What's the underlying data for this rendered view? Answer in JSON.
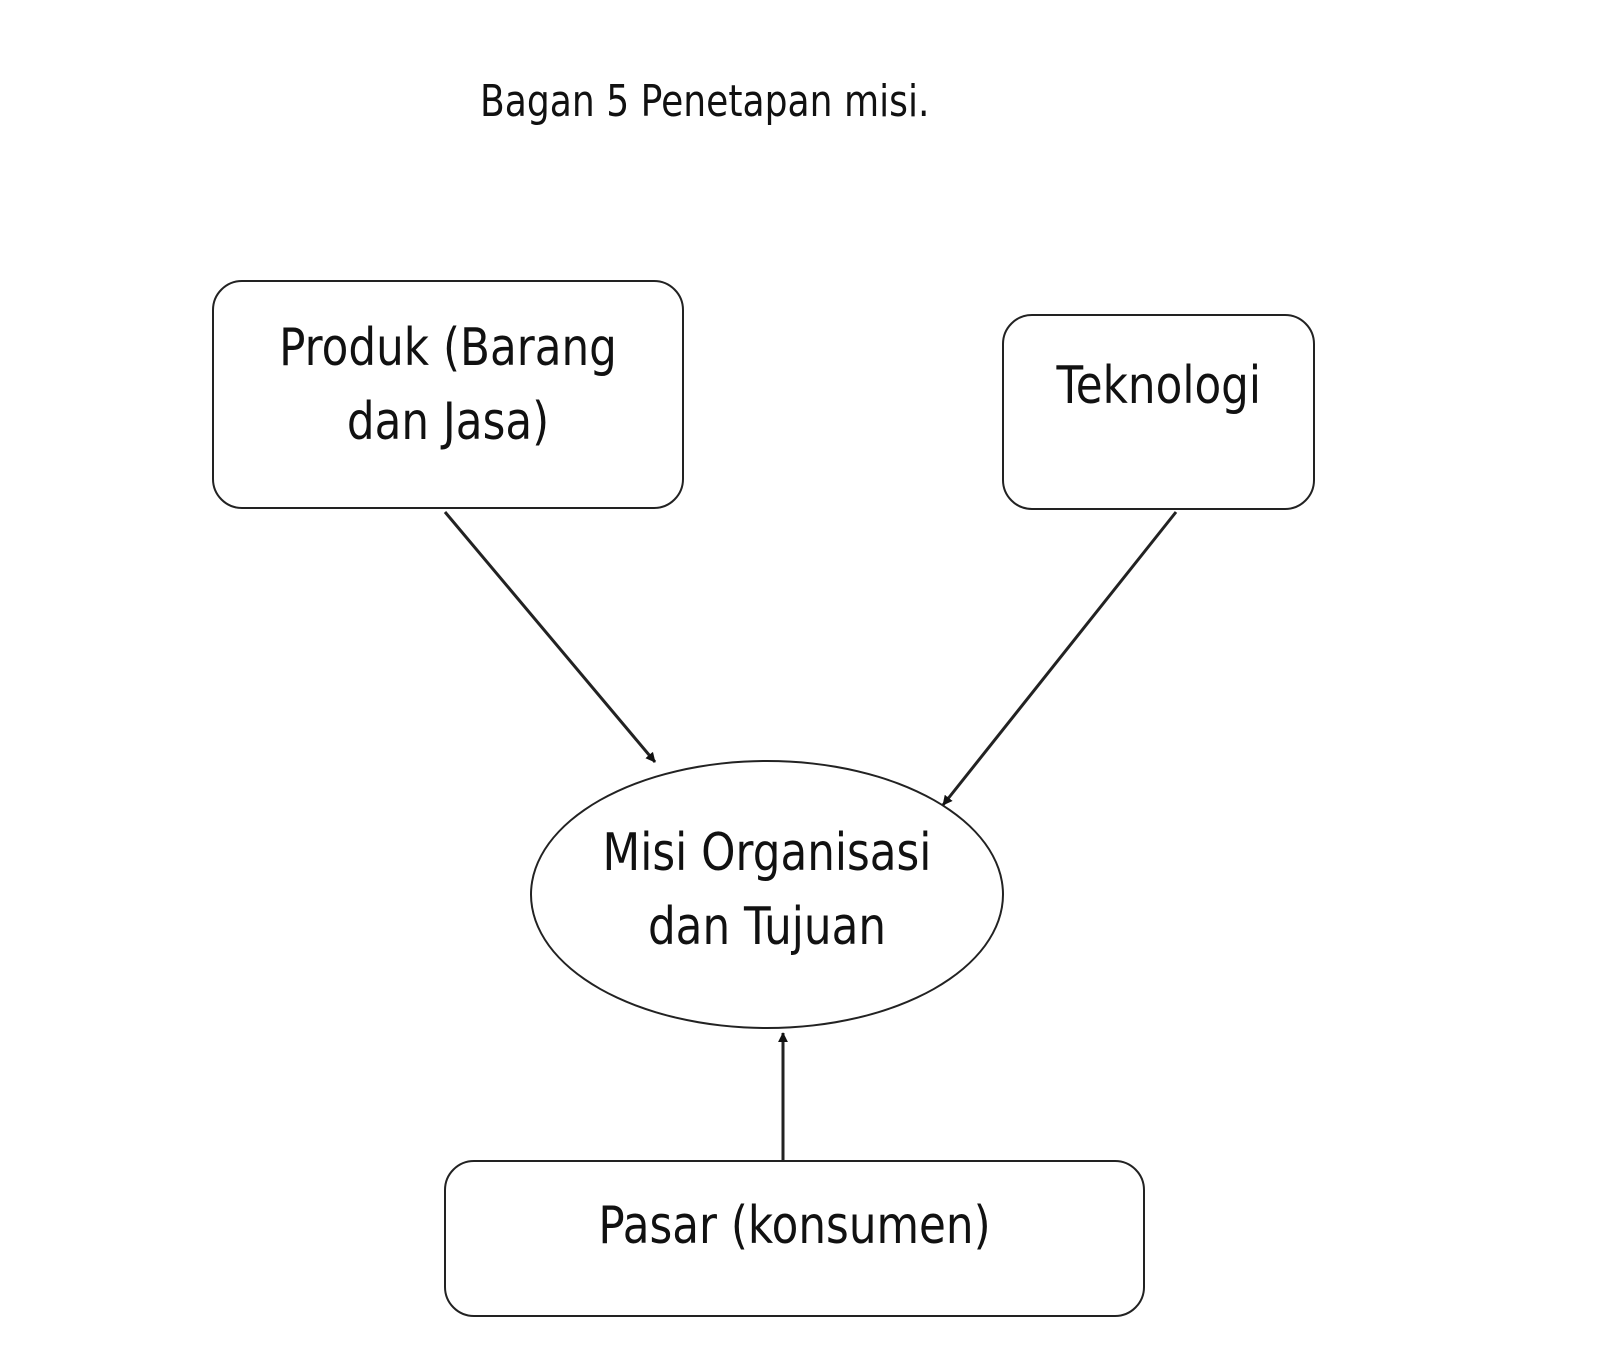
{
  "diagram": {
    "caption": "Bagan 5 Penetapan misi.",
    "nodes": {
      "produk": {
        "label": "Produk (Barang dan Jasa)",
        "shape": "rounded-rectangle"
      },
      "teknologi": {
        "label": "Teknologi",
        "shape": "rounded-rectangle"
      },
      "misi": {
        "label": "Misi Organisasi dan Tujuan",
        "shape": "ellipse"
      },
      "pasar": {
        "label": "Pasar (konsumen)",
        "shape": "rounded-rectangle"
      }
    },
    "edges": [
      {
        "from": "produk",
        "to": "misi"
      },
      {
        "from": "teknologi",
        "to": "misi"
      },
      {
        "from": "pasar",
        "to": "misi"
      }
    ],
    "colors": {
      "stroke": "#222222",
      "text": "#111111",
      "background": "#ffffff"
    }
  }
}
